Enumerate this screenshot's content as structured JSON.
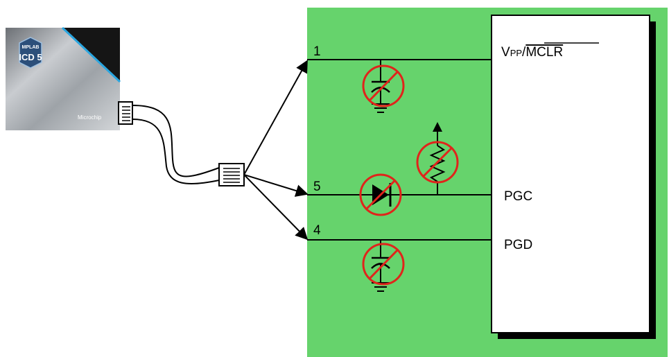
{
  "debugger": {
    "logo_line1": "MPLAB",
    "logo_line2": "ICD 5",
    "brand": "Microchip"
  },
  "pins": [
    {
      "number": "1",
      "signal_main": "V",
      "signal_sub": "PP",
      "signal_sep": "/",
      "signal_over": "MCLR"
    },
    {
      "number": "5",
      "signal": "PGC"
    },
    {
      "number": "4",
      "signal": "PGD"
    }
  ],
  "colors": {
    "board_green": "#66d36c",
    "forbidden_red": "#e0241b",
    "line_black": "#000000"
  },
  "forbidden_components": [
    "capacitor-vpp",
    "diode-pgc",
    "pullup-resistor-pgc",
    "capacitor-pgd"
  ]
}
